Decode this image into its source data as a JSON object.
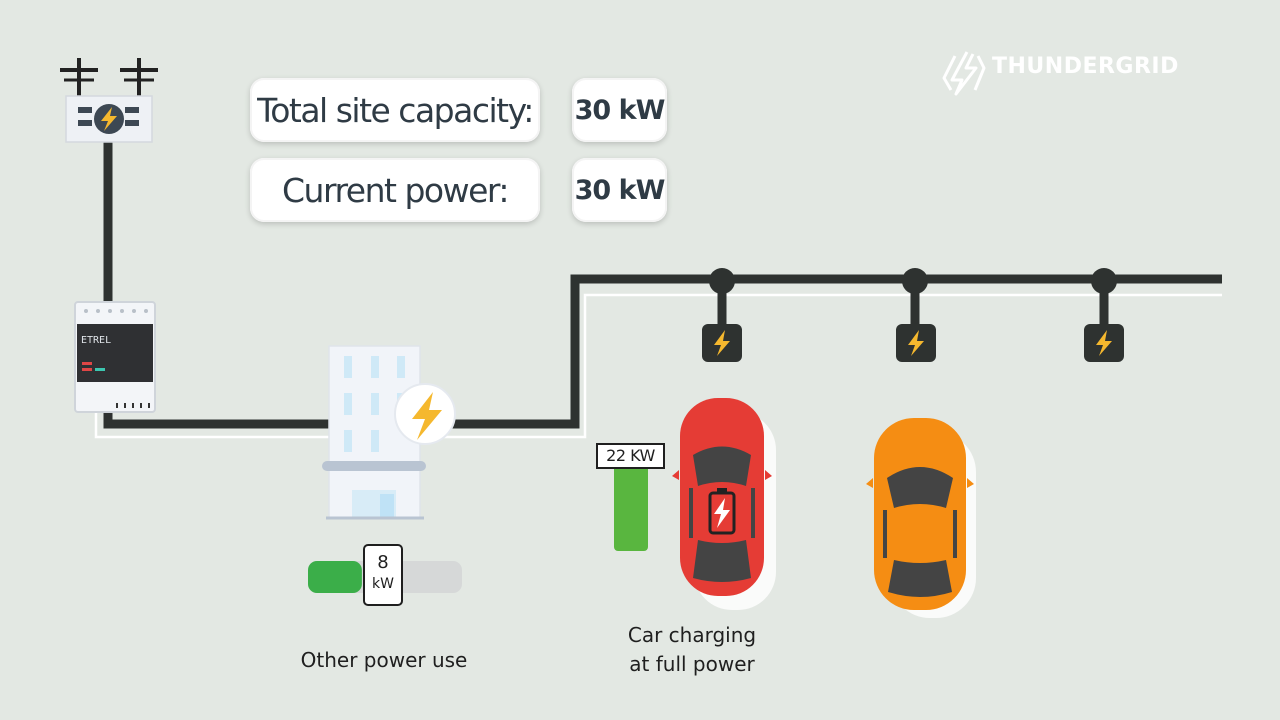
{
  "panel": {
    "capacity_label": "Total site capacity:",
    "capacity_value": "30 kW",
    "current_label": "Current power:",
    "current_value": "30 kW"
  },
  "brand": {
    "name": "THUNDERGRID",
    "icon": "lightning-logo-icon"
  },
  "meter": {
    "label": "ETREL"
  },
  "building_load": {
    "value": "8",
    "unit": "kW",
    "caption": "Other power use",
    "fill_fraction": 0.35
  },
  "car_charging": {
    "value": "22 KW",
    "caption_line1": "Car charging",
    "caption_line2": "at full power",
    "fill_fraction": 1.0
  },
  "icons": [
    "power-pole-icon",
    "grid-transformer-icon",
    "smart-meter-icon",
    "building-icon",
    "lightning-icon",
    "charger-icon",
    "battery-charging-icon",
    "car-icon"
  ],
  "colors": {
    "background": "#e3e8e3",
    "cable": "#2e3230",
    "bolt": "#f5b82e",
    "green": "#3bae49",
    "red_car": "#e53c35",
    "orange_car": "#f58d13",
    "text": "#2f3b45"
  }
}
